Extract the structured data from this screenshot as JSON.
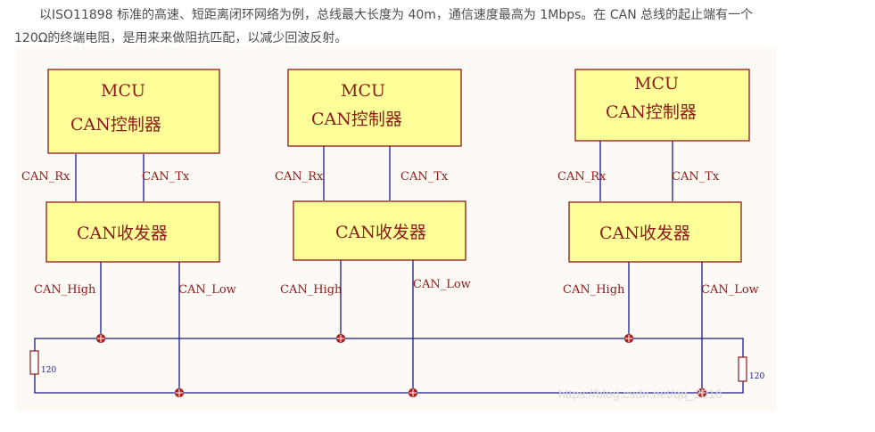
{
  "article": {
    "paragraph_line1": "以ISO11898 标准的高速、短距离闭环网络为例，总线最大长度为 40m，通信速度最高为 1Mbps。在 CAN 总线的起止端有一个",
    "paragraph_line2": "120Ω的终端电阻，是用来来做阻抗匹配，以减少回波反射。"
  },
  "diagram": {
    "nodes": [
      {
        "mcu_title": "MCU",
        "mcu_subtitle": "CAN控制器",
        "rx_label": "CAN_Rx",
        "tx_label": "CAN_Tx",
        "transceiver_label": "CAN收发器",
        "high_label": "CAN_High",
        "low_label": "CAN_Low"
      },
      {
        "mcu_title": "MCU",
        "mcu_subtitle": "CAN控制器",
        "rx_label": "CAN_Rx",
        "tx_label": "CAN_Tx",
        "transceiver_label": "CAN收发器",
        "high_label": "CAN_High",
        "low_label": "CAN_Low"
      },
      {
        "mcu_title": "MCU",
        "mcu_subtitle": "CAN控制器",
        "rx_label": "CAN_Rx",
        "tx_label": "CAN_Tx",
        "transceiver_label": "CAN收发器",
        "high_label": "CAN_High",
        "low_label": "CAN_Low"
      }
    ],
    "left_resistor_label": "120",
    "right_resistor_label": "120",
    "watermark": "https://blog.csdn.net/qq_2018",
    "colors": {
      "box_fill": "#ffff99",
      "box_border": "#8b1a1a",
      "text": "#8b1a1a",
      "wire": "#1a1a8b",
      "junction": "#8b1a1a"
    }
  }
}
